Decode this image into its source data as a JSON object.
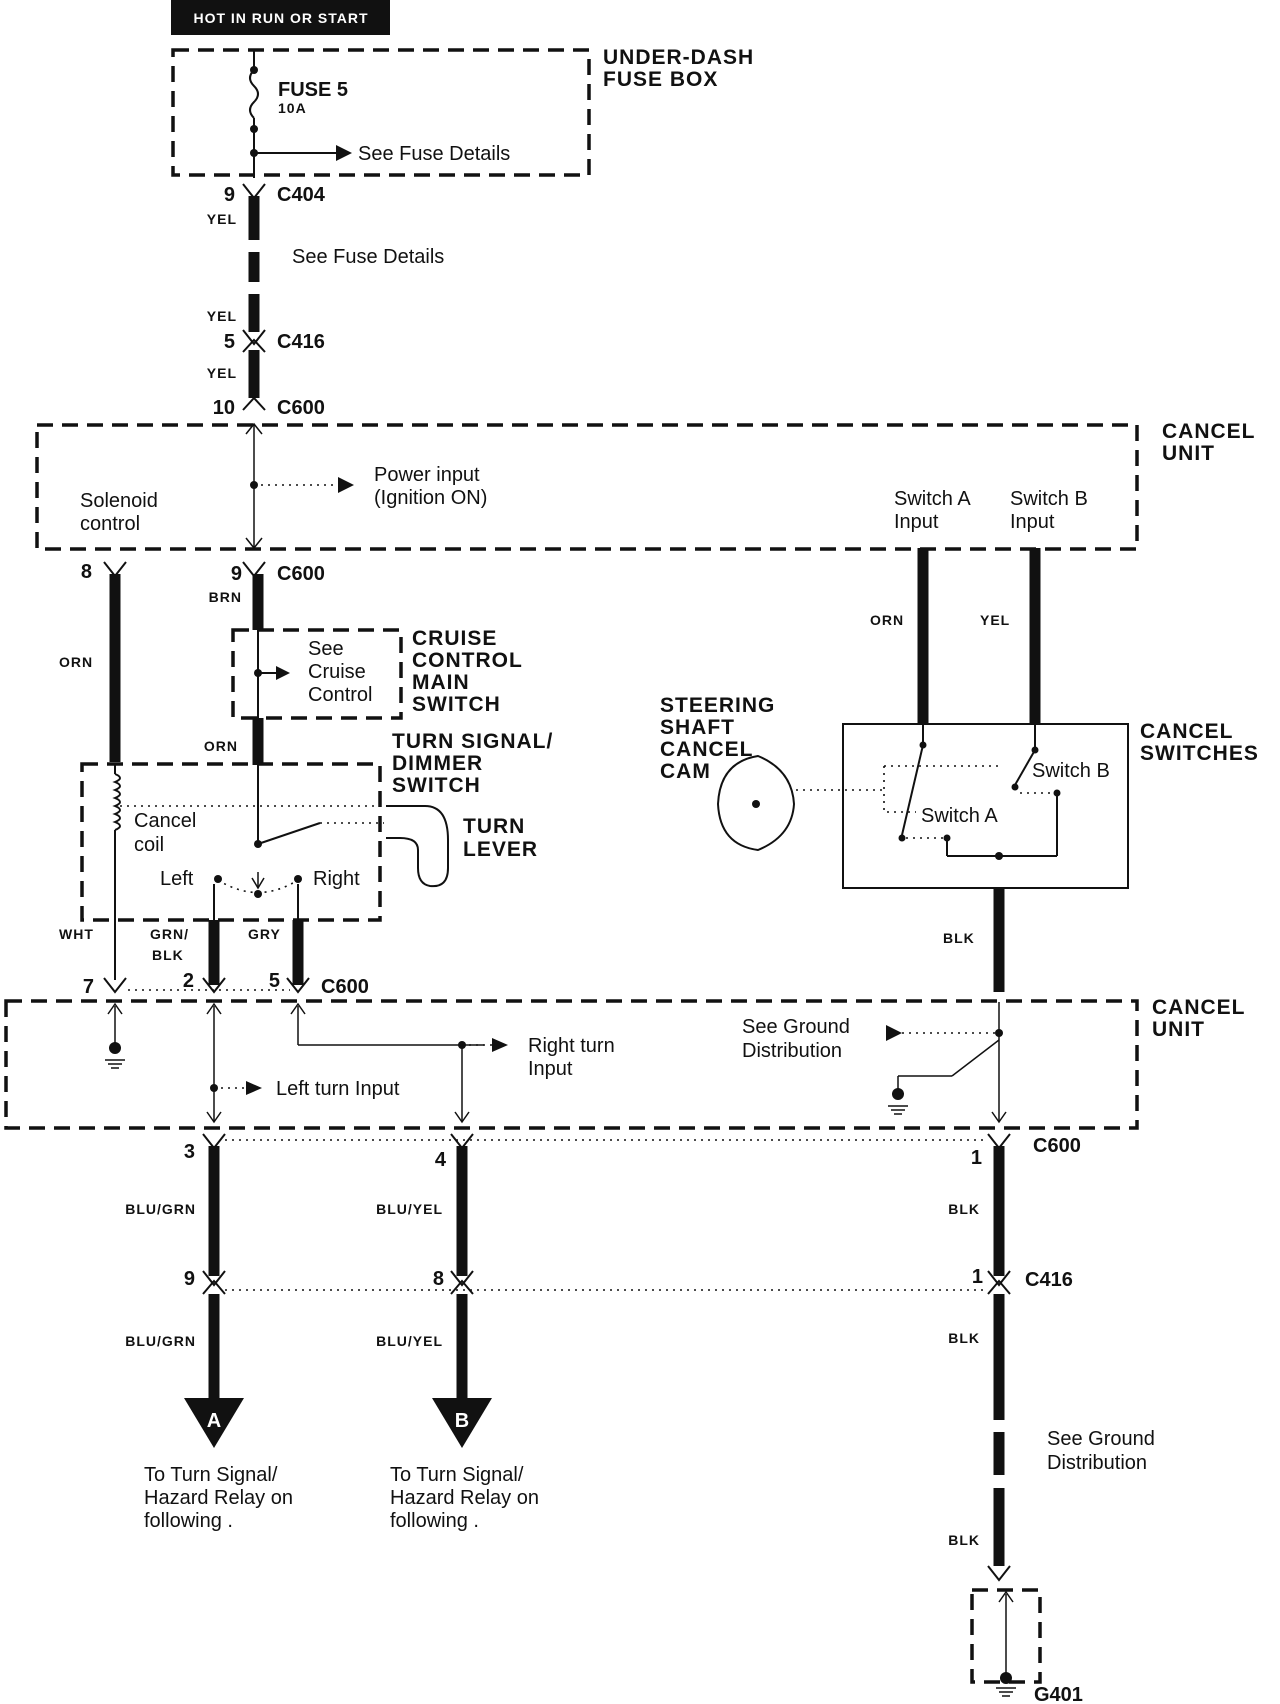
{
  "header": {
    "text": "HOT IN RUN OR START"
  },
  "under_dash": {
    "title_1": "UNDER-DASH",
    "title_2": "FUSE BOX",
    "fuse_name": "FUSE 5",
    "fuse_rating": "10A",
    "fuse_details": "See Fuse Details"
  },
  "top_wire": {
    "pin_c404": "9",
    "c404": "C404",
    "yel1": "YEL",
    "note": "See Fuse  Details",
    "yel2": "YEL",
    "pin_c416": "5",
    "c416": "C416",
    "yel3": "YEL",
    "pin_c600": "10",
    "c600": "C600"
  },
  "cancel_unit_top": {
    "title_1": "CANCEL",
    "title_2": "UNIT",
    "power_1": "Power input",
    "power_2": "(Ignition ON)",
    "solenoid_1": "Solenoid",
    "solenoid_2": "control",
    "switch_a_1": "Switch A",
    "switch_a_2": "Input",
    "switch_b_1": "Switch B",
    "switch_b_2": "Input"
  },
  "lower_left": {
    "pin8": "8",
    "pin9": "9",
    "c600": "C600",
    "brn": "BRN",
    "orn_left": "ORN",
    "orn_mid": "ORN",
    "cruise_1": "CRUISE",
    "cruise_2": "CONTROL",
    "cruise_3": "MAIN",
    "cruise_4": "SWITCH",
    "see_cruise_1": "See",
    "see_cruise_2": "Cruise",
    "see_cruise_3": "Control",
    "ts_1": "TURN SIGNAL/",
    "ts_2": "DIMMER",
    "ts_3": "SWITCH",
    "cancel_coil_1": "Cancel",
    "cancel_coil_2": "coil",
    "left": "Left",
    "right": "Right",
    "turn_lever_1": "TURN",
    "turn_lever_2": "LEVER"
  },
  "cancel_switches": {
    "orn": "ORN",
    "yel": "YEL",
    "cam_1": "STEERING",
    "cam_2": "SHAFT",
    "cam_3": "CANCEL",
    "cam_4": "CAM",
    "title_1": "CANCEL",
    "title_2": "SWITCHES",
    "switch_b": "Switch B",
    "switch_a": "Switch A",
    "blk": "BLK"
  },
  "connectors_mid": {
    "wht": "WHT",
    "grn_blk_1": "GRN/",
    "grn_blk_2": "BLK",
    "gry": "GRY",
    "pin7": "7",
    "pin2": "2",
    "pin5": "5",
    "c600": "C600"
  },
  "cancel_unit_bottom": {
    "title_1": "CANCEL",
    "title_2": "UNIT",
    "right_turn_1": "Right turn",
    "right_turn_2": "Input",
    "left_turn": "Left turn Input",
    "ground_1": "See Ground",
    "ground_2": "Distribution"
  },
  "bottom_wires": {
    "pin3": "3",
    "pin4": "4",
    "pin1a": "1",
    "c600": "C600",
    "blu_grn_1": "BLU/GRN",
    "blu_yel_1": "BLU/YEL",
    "blk_1": "BLK",
    "pin9": "9",
    "pin8": "8",
    "pin1b": "1",
    "c416": "C416",
    "blu_grn_2": "BLU/GRN",
    "blu_yel_2": "BLU/YEL",
    "blk_2": "BLK",
    "arrow_a": "A",
    "arrow_b": "B",
    "to_a_1": "To Turn Signal/",
    "to_a_2": "Hazard Relay on",
    "to_a_3": "following .",
    "to_b_1": "To Turn Signal/",
    "to_b_2": "Hazard Relay on",
    "to_b_3": "following .",
    "ground_1": "See Ground",
    "ground_2": "Distribution",
    "blk_3": "BLK",
    "g401": "G401"
  }
}
